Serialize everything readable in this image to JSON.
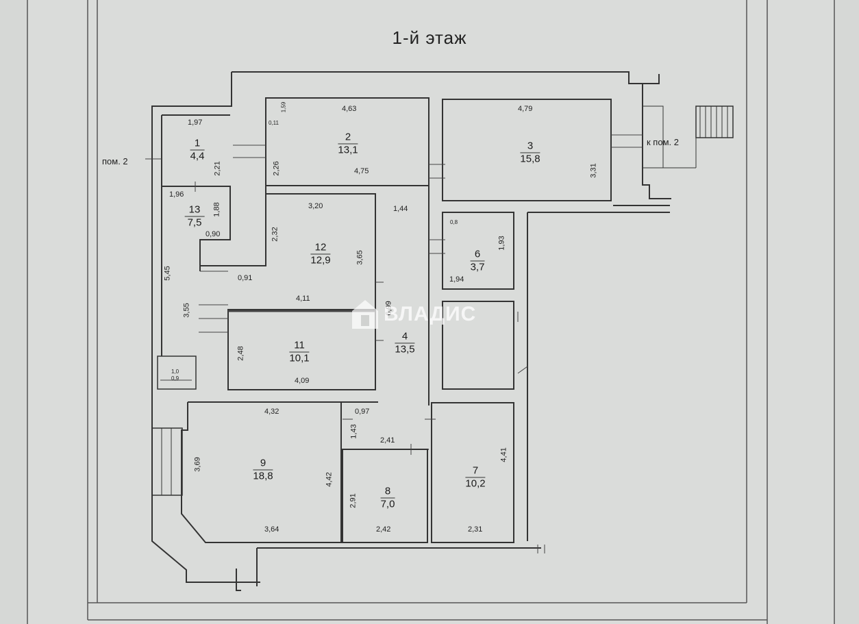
{
  "title": "1-й этаж",
  "side_labels": {
    "left": "пом. 2",
    "right": "к пом. 2"
  },
  "watermark": "ВЛАДИС",
  "watermark_icon": "house-icon",
  "rooms": [
    {
      "num": "1",
      "area": "4,4"
    },
    {
      "num": "2",
      "area": "13,1"
    },
    {
      "num": "3",
      "area": "15,8"
    },
    {
      "num": "4",
      "area": "13,5"
    },
    {
      "num": "6",
      "area": "3,7"
    },
    {
      "num": "7",
      "area": "10,2"
    },
    {
      "num": "8",
      "area": "7,0"
    },
    {
      "num": "9",
      "area": "18,8"
    },
    {
      "num": "11",
      "area": "10,1"
    },
    {
      "num": "12",
      "area": "12,9"
    },
    {
      "num": "13",
      "area": "7,5"
    }
  ],
  "dims": [
    "1,97",
    "4,63",
    "4,79",
    "2,21",
    "2,26",
    "4,75",
    "3,31",
    "1,96",
    "1,88",
    "0,90",
    "3,20",
    "1,44",
    "2,32",
    "3,65",
    "1,93",
    "1,94",
    "5,45",
    "0,91",
    "4,11",
    "3,55",
    "6,99",
    "2,48",
    "4,09",
    "4,32",
    "0,97",
    "1,43",
    "2,41",
    "4,41",
    "3,69",
    "4,42",
    "2,91",
    "3,64",
    "2,42",
    "2,31",
    "1,59",
    "0,11",
    "0,8",
    "1,0",
    "0,9"
  ]
}
